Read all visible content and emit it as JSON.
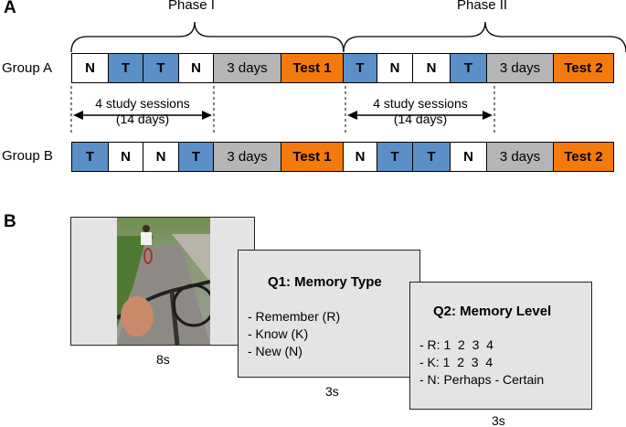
{
  "panel_a": {
    "label": "A",
    "phase1_label": "Phase I",
    "phase2_label": "Phase II",
    "group_a": {
      "label": "Group A",
      "cells": [
        {
          "text": "N",
          "kind": "N"
        },
        {
          "text": "T",
          "kind": "T"
        },
        {
          "text": "T",
          "kind": "T"
        },
        {
          "text": "N",
          "kind": "N"
        },
        {
          "text": "3 days",
          "kind": "days"
        },
        {
          "text": "Test 1",
          "kind": "test"
        },
        {
          "text": "T",
          "kind": "T"
        },
        {
          "text": "N",
          "kind": "N"
        },
        {
          "text": "N",
          "kind": "N"
        },
        {
          "text": "T",
          "kind": "T"
        },
        {
          "text": "3 days",
          "kind": "days"
        },
        {
          "text": "Test 2",
          "kind": "test"
        }
      ]
    },
    "group_b": {
      "label": "Group B",
      "cells": [
        {
          "text": "T",
          "kind": "T"
        },
        {
          "text": "N",
          "kind": "N"
        },
        {
          "text": "N",
          "kind": "N"
        },
        {
          "text": "T",
          "kind": "T"
        },
        {
          "text": "3 days",
          "kind": "days"
        },
        {
          "text": "Test 1",
          "kind": "test"
        },
        {
          "text": "N",
          "kind": "N"
        },
        {
          "text": "T",
          "kind": "T"
        },
        {
          "text": "T",
          "kind": "T"
        },
        {
          "text": "N",
          "kind": "N"
        },
        {
          "text": "3 days",
          "kind": "days"
        },
        {
          "text": "Test 2",
          "kind": "test"
        }
      ]
    },
    "sessions_1": {
      "line1": "4 study sessions",
      "line2": "(14 days)"
    },
    "sessions_2": {
      "line1": "4 study sessions",
      "line2": "(14 days)"
    }
  },
  "panel_b": {
    "label": "B",
    "image_duration": "8s",
    "q1": {
      "title": "Q1: Memory Type",
      "options": [
        "- Remember (R)",
        "- Know (K)",
        "- New (N)"
      ],
      "duration": "3s"
    },
    "q2": {
      "title": "Q2: Memory Level",
      "options": [
        "- R: 1  2  3  4",
        "- K: 1  2  3  4",
        "- N: Perhaps - Certain"
      ],
      "duration": "3s"
    }
  },
  "colors": {
    "test_cell": "#f47a0c",
    "test_with_T": "#5b8fc7",
    "no_test": "#ffffff",
    "delay": "#b5b5b5",
    "screen_bg": "#e4e4e4"
  }
}
